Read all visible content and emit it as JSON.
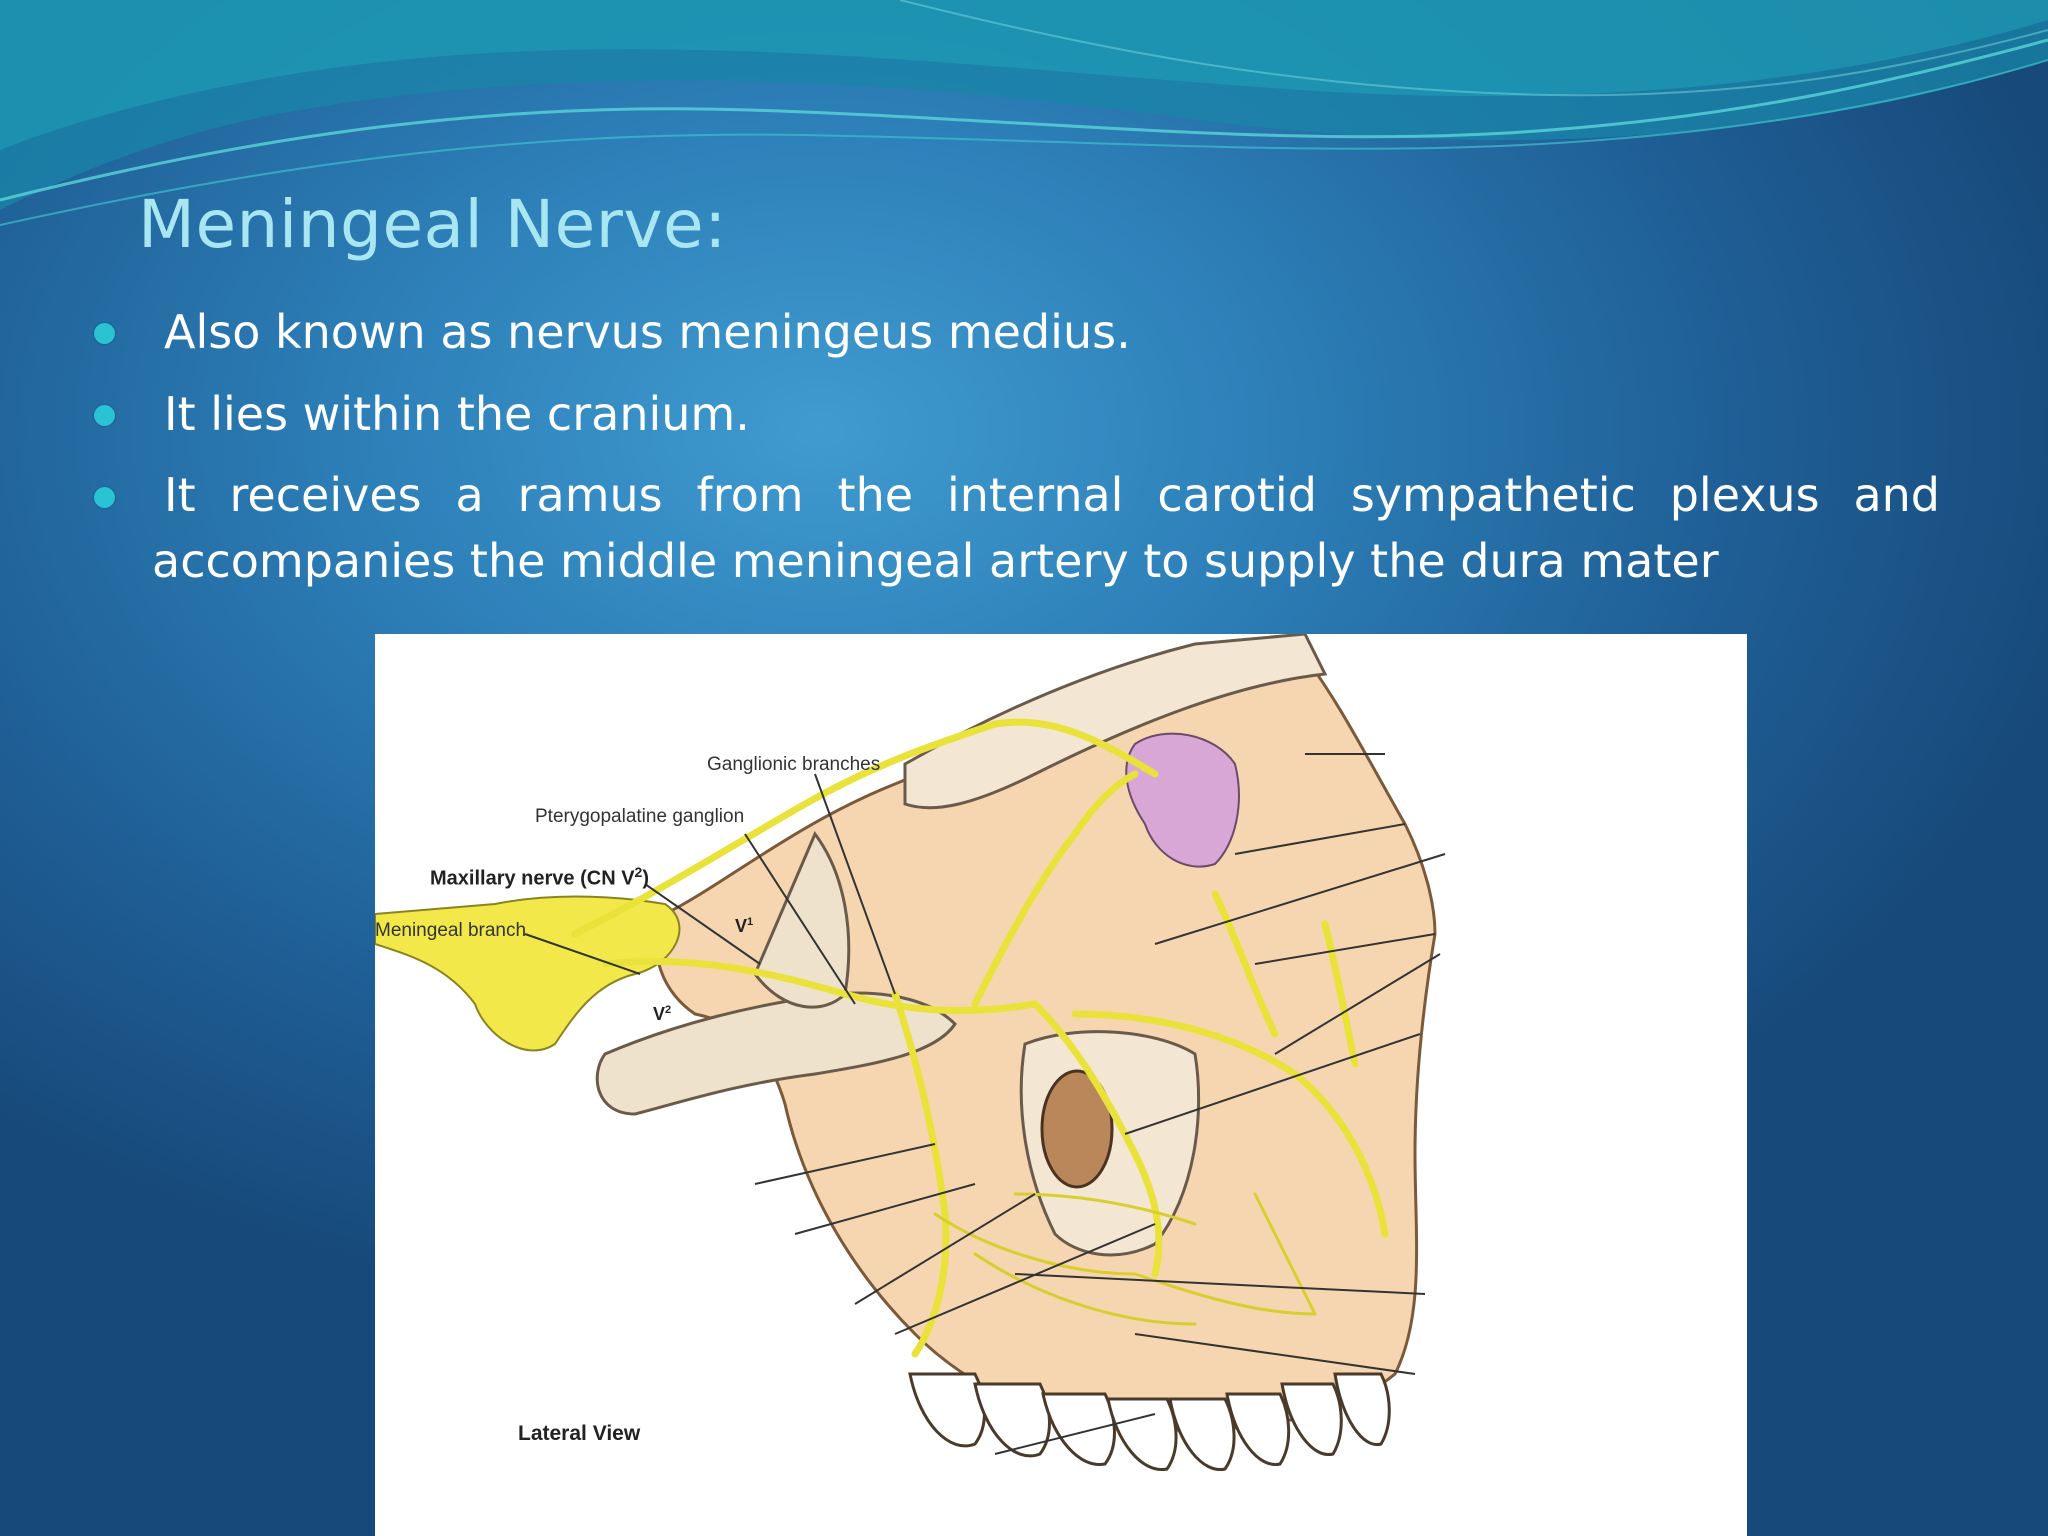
{
  "slide": {
    "title": "Meningeal Nerve:",
    "bullets": [
      "Also known as nervus meningeus medius.",
      "It lies within the cranium.",
      "It receives a ramus from the internal carotid sympathetic plexus and",
      "accompanies the middle meningeal artery to supply the dura mater"
    ]
  },
  "figure": {
    "labels": {
      "ganglionic": "Ganglionic branches",
      "pterygopalatine": "Pterygopalatine ganglion",
      "maxillary": "Maxillary nerve (CN V",
      "maxillary_sup": "2",
      "maxillary_end": ")",
      "meningeal": "Meningeal branch",
      "v1": "V",
      "v1_sup": "1",
      "v2": "V",
      "v2_sup": "2",
      "lateral_view": "Lateral View"
    }
  },
  "colors": {
    "title": "#a8e6f2",
    "bullet_dot": "#29c3d4",
    "nerve": "#e9e23a",
    "bone": "#f6d6b0",
    "sinus": "#d9a7d6"
  }
}
